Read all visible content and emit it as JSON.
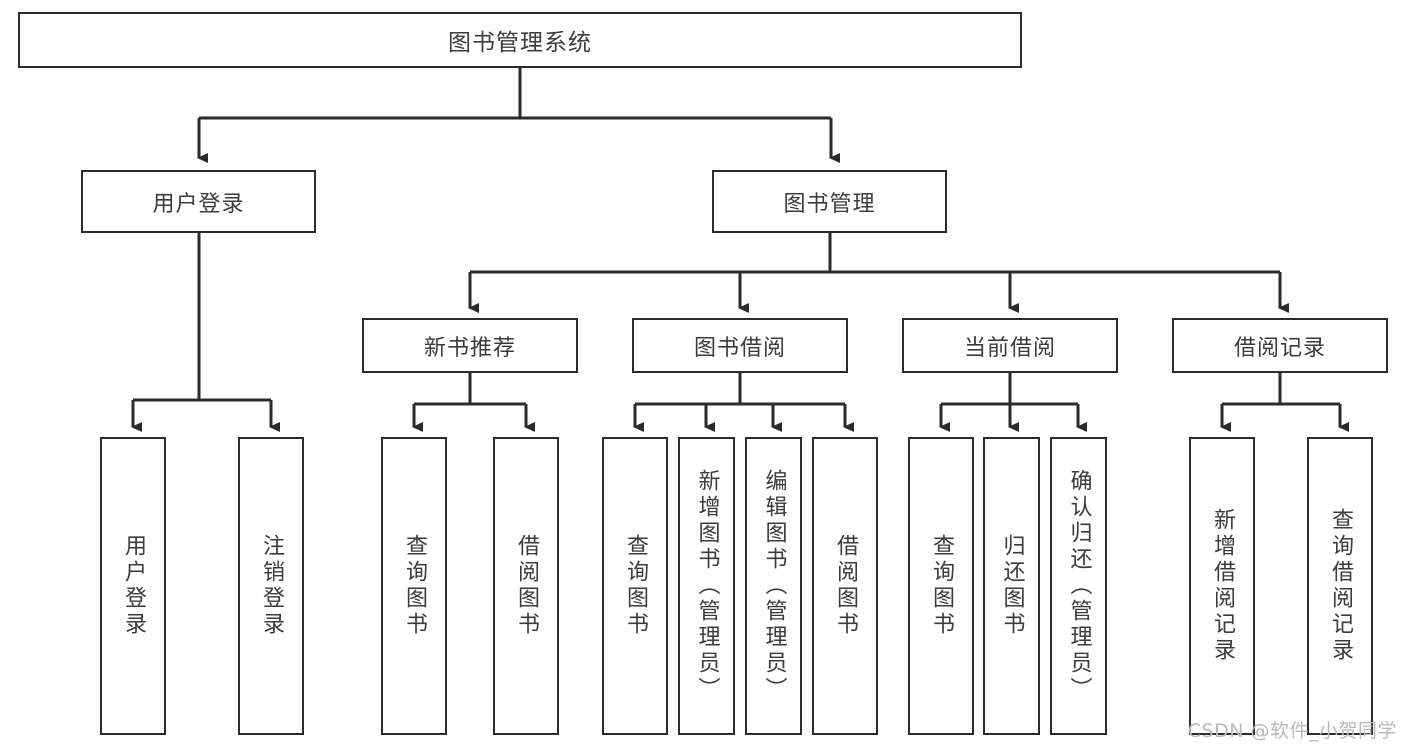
{
  "diagram": {
    "title": "图书管理系统",
    "type": "tree-hierarchy",
    "root": {
      "label": "图书管理系统"
    },
    "level2": [
      {
        "label": "用户登录"
      },
      {
        "label": "图书管理"
      }
    ],
    "level3": [
      {
        "label": "新书推荐"
      },
      {
        "label": "图书借阅"
      },
      {
        "label": "当前借阅"
      },
      {
        "label": "借阅记录"
      }
    ],
    "leaves": {
      "user_login": [
        {
          "label": "用户登录"
        },
        {
          "label": "注销登录"
        }
      ],
      "new_book_recommend": [
        {
          "label": "查询图书"
        },
        {
          "label": "借阅图书"
        }
      ],
      "book_borrow": [
        {
          "label": "查询图书"
        },
        {
          "label": "新增图书（管理员）"
        },
        {
          "label": "编辑图书（管理员）"
        },
        {
          "label": "借阅图书"
        }
      ],
      "current_borrow": [
        {
          "label": "查询图书"
        },
        {
          "label": "归还图书"
        },
        {
          "label": "确认归还（管理员）"
        }
      ],
      "borrow_record": [
        {
          "label": "新增借阅记录"
        },
        {
          "label": "查询借阅记录"
        }
      ]
    }
  },
  "watermark": {
    "text": "CSDN @软件_小贺同学"
  },
  "colors": {
    "stroke": "#2b2b2b",
    "text": "#3b3b3b",
    "background": "#ffffff",
    "watermark": "#b9b9b9"
  }
}
